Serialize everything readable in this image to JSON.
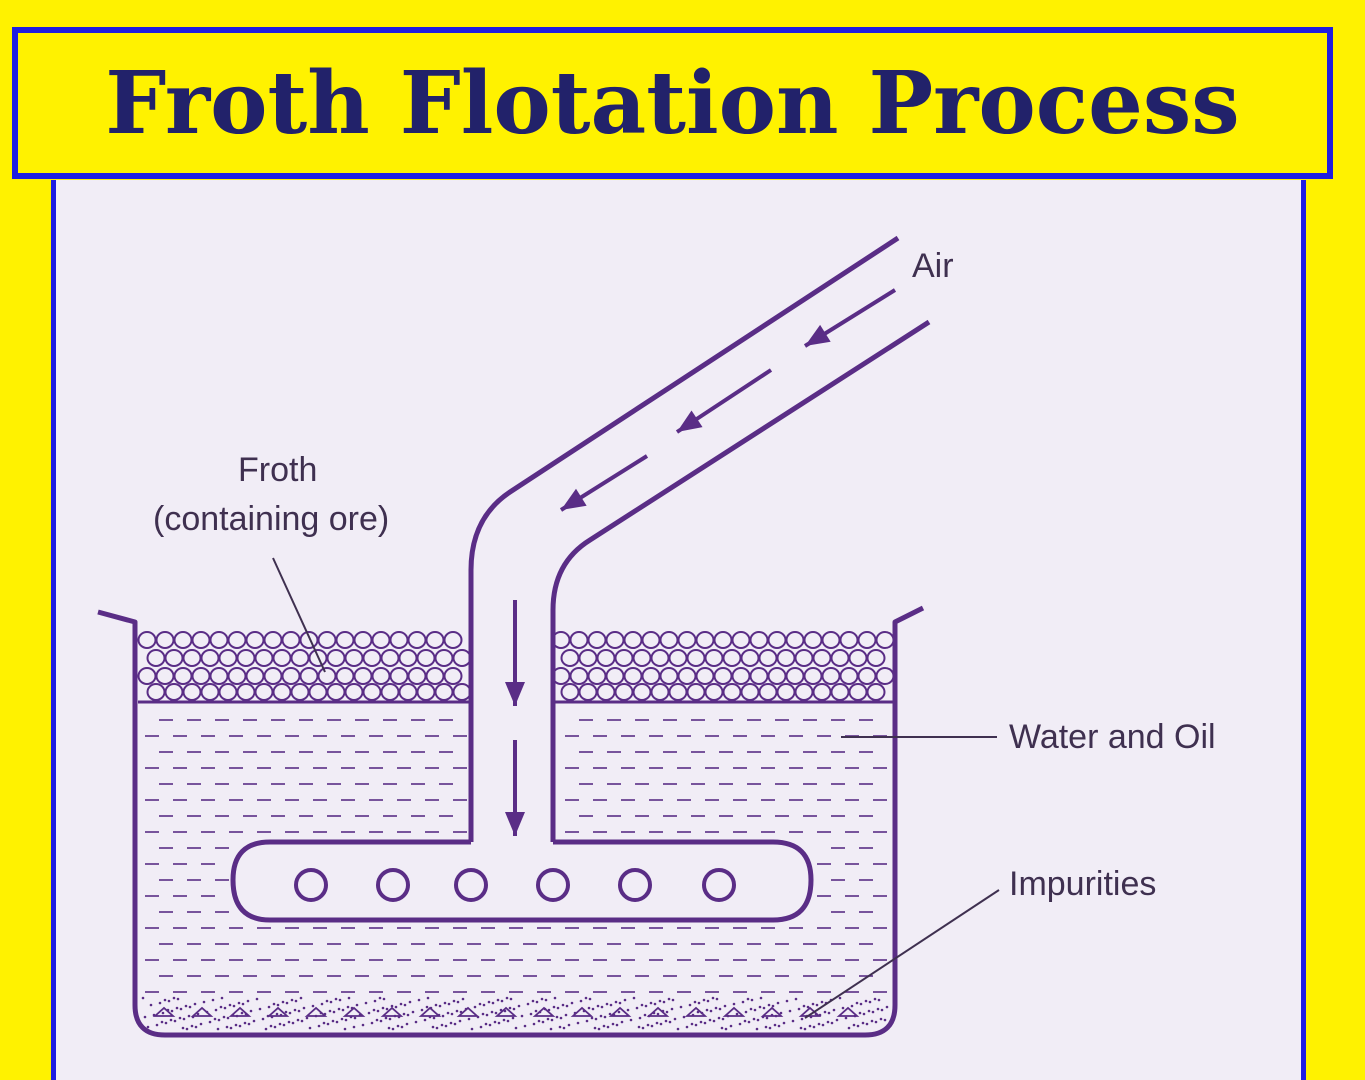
{
  "title": "Froth Flotation Process",
  "labels": {
    "air": "Air",
    "froth_line1": "Froth",
    "froth_line2": "(containing ore)",
    "water_oil": "Water and Oil",
    "impurities": "Impurities"
  },
  "colors": {
    "background": "#fff200",
    "border": "#1f1fe0",
    "title_text": "#22226a",
    "panel": "#f1edf6",
    "ink": "#5a2d86"
  }
}
